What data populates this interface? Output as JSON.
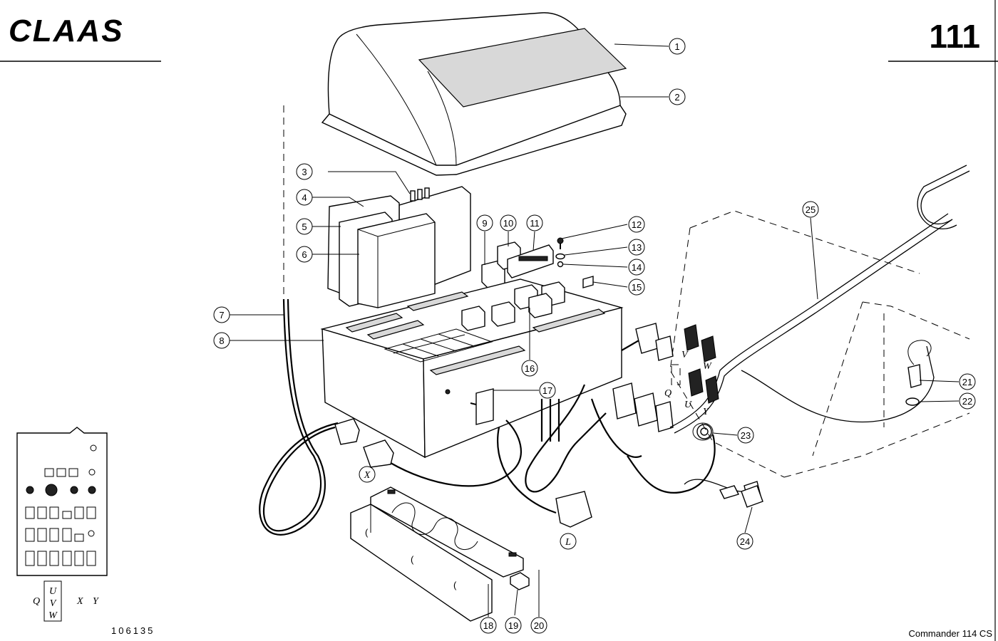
{
  "header": {
    "brand": "CLAAS",
    "page_number": "111"
  },
  "footer": {
    "drawing_number": "106135",
    "model": "Commander 114 CS"
  },
  "callouts": [
    {
      "n": "1"
    },
    {
      "n": "2"
    },
    {
      "n": "3"
    },
    {
      "n": "4"
    },
    {
      "n": "5"
    },
    {
      "n": "6"
    },
    {
      "n": "7"
    },
    {
      "n": "8"
    },
    {
      "n": "9"
    },
    {
      "n": "10"
    },
    {
      "n": "11"
    },
    {
      "n": "12"
    },
    {
      "n": "13"
    },
    {
      "n": "14"
    },
    {
      "n": "15"
    },
    {
      "n": "16"
    },
    {
      "n": "17"
    },
    {
      "n": "18"
    },
    {
      "n": "19"
    },
    {
      "n": "20"
    },
    {
      "n": "21"
    },
    {
      "n": "22"
    },
    {
      "n": "23"
    },
    {
      "n": "24"
    },
    {
      "n": "25"
    }
  ],
  "connector_letters": {
    "x": "X",
    "l": "L",
    "v": "V",
    "w": "W",
    "q": "Q",
    "u": "U",
    "y": "Y"
  },
  "legend": {
    "q": "Q",
    "u": "U",
    "v": "V",
    "w": "W",
    "x": "X",
    "y": "Y"
  }
}
